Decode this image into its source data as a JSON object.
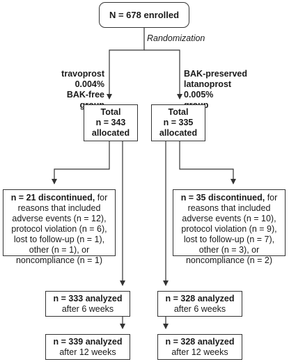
{
  "enrolled": "N = 678 enrolled",
  "randomization": "Randomization",
  "arms": [
    {
      "group_label": "travoprost\n0.004%\nBAK-free\ngroup",
      "total": "Total",
      "n_alloc": "n = 343",
      "allocated": "allocated",
      "discontinued_bold": "n = 21 discontinued,",
      "discontinued_rest": " for reasons that included adverse events (n = 12), protocol violation (n = 6), lost to follow-up (n = 1), other (n = 1), or noncompliance (n = 1)",
      "analyzed_6_bold": "n = 333 analyzed",
      "analyzed_6_rest": "after 6 weeks",
      "analyzed_12_bold": "n = 339 analyzed",
      "analyzed_12_rest": "after 12 weeks"
    },
    {
      "group_label": "BAK-preserved\nlatanoprost\n0.005%\ngroup",
      "total": "Total",
      "n_alloc": "n = 335",
      "allocated": "allocated",
      "discontinued_bold": "n = 35 discontinued,",
      "discontinued_rest": " for reasons that included adverse events (n = 10), protocol violation (n = 9), lost to follow-up (n = 7), other (n = 3), or noncompliance (n = 2)",
      "analyzed_6_bold": "n = 328 analyzed",
      "analyzed_6_rest": "after 6 weeks",
      "analyzed_12_bold": "n = 328 analyzed",
      "analyzed_12_rest": "after 12 weeks"
    }
  ]
}
